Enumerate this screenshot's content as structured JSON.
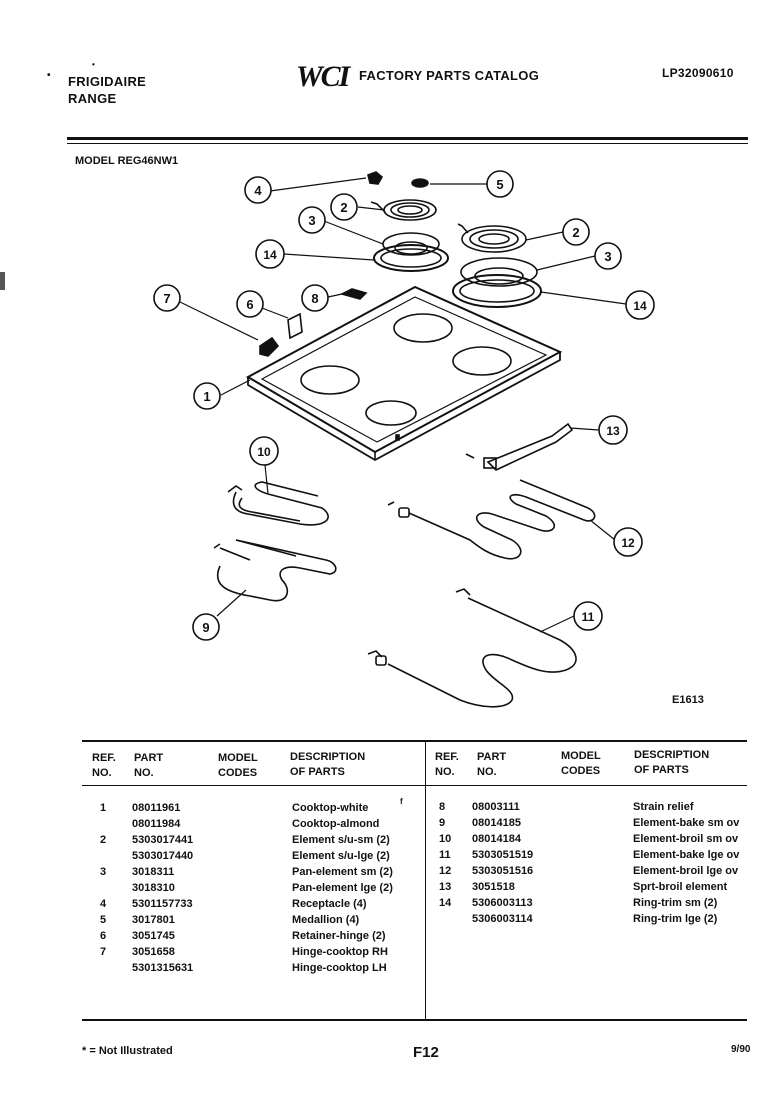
{
  "header": {
    "brand_line1": "FRIGIDAIRE",
    "brand_line2": "RANGE",
    "logo": "WCI",
    "catalog_title": "FACTORY PARTS CATALOG",
    "doc_number": "LP32090610"
  },
  "model_label": "MODEL REG46NW1",
  "figure_code": "E1613",
  "callouts": [
    "4",
    "5",
    "2",
    "3",
    "14",
    "2",
    "3",
    "14",
    "7",
    "6",
    "8",
    "1",
    "10",
    "13",
    "12",
    "11",
    "9"
  ],
  "table": {
    "headers": {
      "ref_no": [
        "REF.",
        "NO."
      ],
      "part_no": [
        "PART",
        "NO."
      ],
      "model_codes": [
        "MODEL",
        "CODES"
      ],
      "description": [
        "DESCRIPTION",
        "OF PARTS"
      ]
    },
    "left_rows": [
      {
        "ref": "1",
        "part": "08011961",
        "desc": "Cooktop-white",
        "mark": "f"
      },
      {
        "ref": "",
        "part": "08011984",
        "desc": "Cooktop-almond",
        "mark": ""
      },
      {
        "ref": "2",
        "part": "5303017441",
        "desc": "Element s/u-sm (2)",
        "mark": ""
      },
      {
        "ref": "",
        "part": "5303017440",
        "desc": "Element s/u-lge (2)",
        "mark": ""
      },
      {
        "ref": "3",
        "part": "3018311",
        "desc": "Pan-element sm (2)",
        "mark": ""
      },
      {
        "ref": "",
        "part": "3018310",
        "desc": "Pan-element lge (2)",
        "mark": ""
      },
      {
        "ref": "4",
        "part": "5301157733",
        "desc": "Receptacle (4)",
        "mark": ""
      },
      {
        "ref": "5",
        "part": "3017801",
        "desc": "Medallion (4)",
        "mark": ""
      },
      {
        "ref": "6",
        "part": "3051745",
        "desc": "Retainer-hinge (2)",
        "mark": ""
      },
      {
        "ref": "7",
        "part": "3051658",
        "desc": "Hinge-cooktop RH",
        "mark": ""
      },
      {
        "ref": "",
        "part": "5301315631",
        "desc": "Hinge-cooktop LH",
        "mark": ""
      }
    ],
    "right_rows": [
      {
        "ref": "8",
        "part": "08003111",
        "desc": "Strain relief"
      },
      {
        "ref": "9",
        "part": "08014185",
        "desc": "Element-bake sm ov"
      },
      {
        "ref": "10",
        "part": "08014184",
        "desc": "Element-broil sm ov"
      },
      {
        "ref": "11",
        "part": "5303051519",
        "desc": "Element-bake lge ov"
      },
      {
        "ref": "12",
        "part": "5303051516",
        "desc": "Element-broil lge ov"
      },
      {
        "ref": "13",
        "part": "3051518",
        "desc": "Sprt-broil element"
      },
      {
        "ref": "14",
        "part": "5306003113",
        "desc": "Ring-trim sm (2)"
      },
      {
        "ref": "",
        "part": "5306003114",
        "desc": "Ring-trim lge (2)"
      }
    ]
  },
  "footer": {
    "note": "* = Not Illustrated",
    "page": "F12",
    "date": "9/90"
  }
}
